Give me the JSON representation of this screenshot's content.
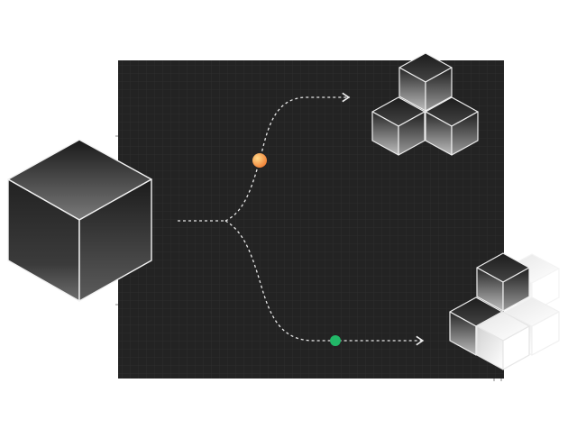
{
  "colors": {
    "page_background": "#ffffff",
    "panel_background": "#222222",
    "grid_line": "#2d2d2d",
    "connector_line": "#e8e8e8",
    "node_orange_light": "#ffd27a",
    "node_orange_dark": "#f28a3a",
    "node_green": "#22b868",
    "cube_edge": "#f2f2f2"
  },
  "diagram": {
    "source": {
      "shape": "cube",
      "count": 1,
      "fill": "gradient-dark"
    },
    "branches": [
      {
        "name": "upper-branch",
        "node_color": "orange",
        "arrow_icon": "chevron-right-icon",
        "target": {
          "shape": "cube-cluster",
          "count": 3,
          "arrangement": "triangle"
        }
      },
      {
        "name": "lower-branch",
        "node_color": "green",
        "arrow_icon": "chevron-right-icon",
        "target": {
          "shape": "cube-cluster",
          "count": 3,
          "arrangement": "l-shape-fading"
        }
      }
    ]
  }
}
